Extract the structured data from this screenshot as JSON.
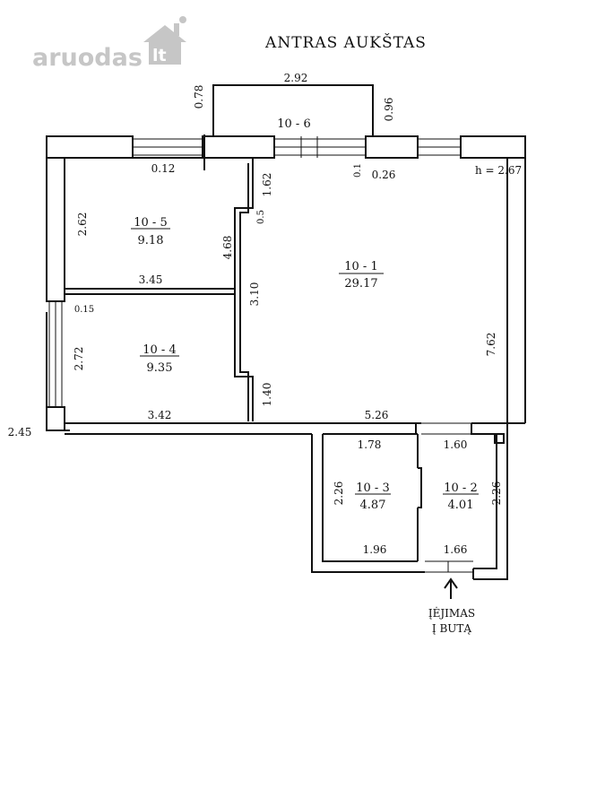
{
  "logo": {
    "brand": "aruodas",
    "tld": "lt",
    "color": "#c6c6c6"
  },
  "title": "ANTRAS AUKŠTAS",
  "height_note": "h = 2.67",
  "rooms": [
    {
      "id": "10 - 1",
      "area": "29.17"
    },
    {
      "id": "10 - 2",
      "area": "4.01"
    },
    {
      "id": "10 - 3",
      "area": "4.87"
    },
    {
      "id": "10 - 4",
      "area": "9.35"
    },
    {
      "id": "10 - 5",
      "area": "9.18"
    },
    {
      "id": "10 - 6",
      "area": ""
    }
  ],
  "dimensions": {
    "balcony_width": "2.92",
    "balcony_left": "0.78",
    "balcony_right": "0.96",
    "room5_top": "0.12",
    "room5_height": "2.62",
    "room5_width": "3.45",
    "room5_side": "4.68",
    "room4_top": "0.15",
    "room4_height": "2.72",
    "room4_width": "3.42",
    "outer_left": "2.45",
    "hall_top_left": "1.62",
    "hall_top_small": "0.1",
    "hall_pillar": "0.26",
    "hall_niche": "0.5",
    "hall_mid": "3.10",
    "hall_low": "1.40",
    "hall_right": "7.62",
    "hall_bottom": "5.26",
    "room3_top": "1.78",
    "room3_height": "2.26",
    "room3_bottom": "1.96",
    "room2_top": "1.60",
    "room2_height": "2.26",
    "room2_bottom": "1.66"
  },
  "entry": {
    "line1": "ĮĖJIMAS",
    "line2": "Į BUTĄ"
  }
}
